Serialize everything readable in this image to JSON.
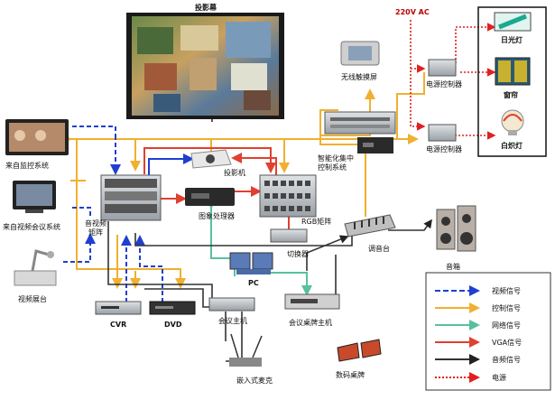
{
  "labels": {
    "projection_screen": "投影幕",
    "power_220v": "220V AC",
    "wireless_touch_screen": "无线触摸屏",
    "power_controller_top": "电源控制器",
    "power_controller_bottom": "电源控制器",
    "fluorescent_lamp": "日光灯",
    "curtain": "窗帘",
    "incandescent_lamp": "白炽灯",
    "monitoring_system": "来自监控系统",
    "video_conference_system": "来自视频会议系统",
    "video_booth": "视频展台",
    "av_matrix_line1": "音视频",
    "av_matrix_line2": "矩阵",
    "projector": "投影机",
    "image_processor": "图象处理器",
    "central_control_line1": "智能化集中",
    "central_control_line2": "控制系统",
    "rgb_matrix": "RGB矩阵",
    "switcher": "切换器",
    "mixer": "调音台",
    "speaker": "音箱",
    "pc": "PC",
    "cvr": "CVR",
    "dvd": "DVD",
    "conference_host": "会议主机",
    "conference_table_host": "会议桌牌主机",
    "embedded_mic": "嵌入式麦克",
    "digital_nameplate": "数码桌牌"
  },
  "legend": {
    "items": [
      {
        "label": "视频信号",
        "color": "#1f3fd0",
        "style": "dashed"
      },
      {
        "label": "控制信号",
        "color": "#f0b030",
        "style": "solid"
      },
      {
        "label": "网络信号",
        "color": "#58c0a0",
        "style": "solid"
      },
      {
        "label": "VGA信号",
        "color": "#e04030",
        "style": "solid"
      },
      {
        "label": "音频信号",
        "color": "#333333",
        "style": "solid"
      },
      {
        "label": "电源",
        "color": "#e02020",
        "style": "dotted"
      }
    ]
  },
  "colors": {
    "video": "#1f3fd0",
    "control": "#f0b030",
    "network": "#58c0a0",
    "vga": "#e04030",
    "audio": "#333333",
    "power": "#e02020"
  }
}
